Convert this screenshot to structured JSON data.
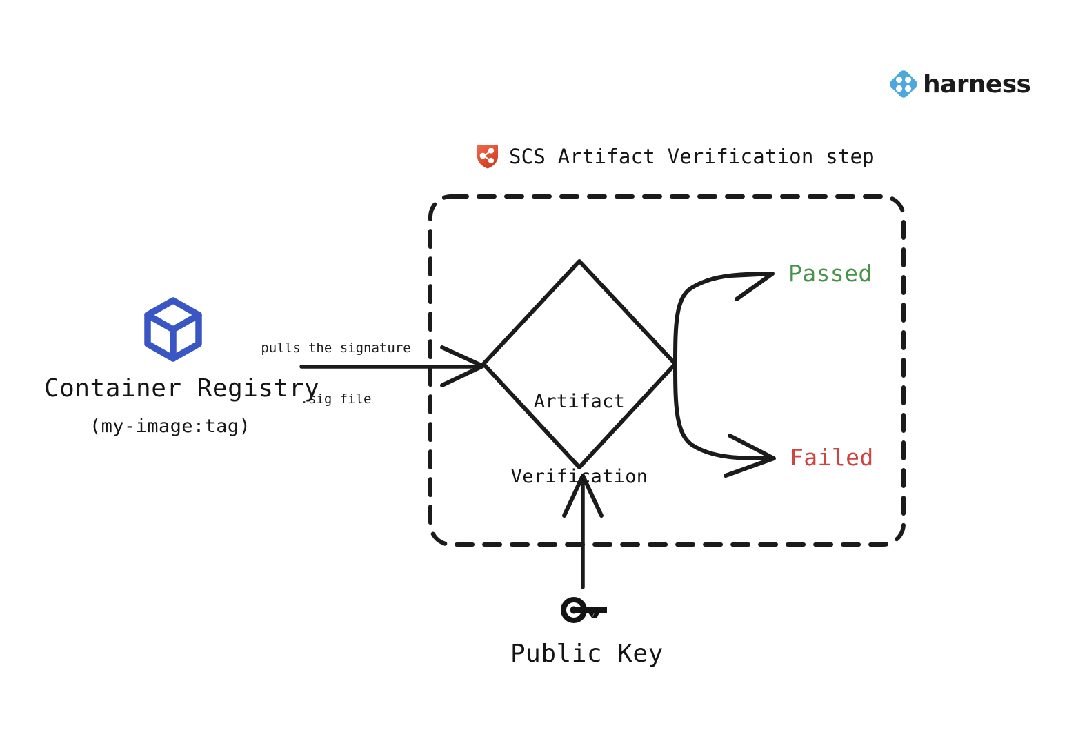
{
  "brand": {
    "logo_icon": "harness-diamond-logo-icon",
    "wordmark": "harness",
    "logo_color": "#4FA8DC"
  },
  "step": {
    "icon": "scs-shield-icon",
    "icon_color": "#E0543A",
    "title": "SCS Artifact Verification step",
    "boundary": "dashed-rounded-rectangle"
  },
  "source": {
    "icon": "container-cube-icon",
    "icon_color": "#3A56C4",
    "title": "Container Registry",
    "subtitle": "(my-image:tag)"
  },
  "edges": {
    "pull_label_line1": "pulls the signature",
    "pull_label_line2": ".sig file"
  },
  "decision": {
    "label_line1": "Artifact",
    "label_line2": "Verification",
    "shape": "diamond"
  },
  "outcomes": [
    {
      "label": "Passed",
      "color": "#47934A"
    },
    {
      "label": "Failed",
      "color": "#CE4440"
    }
  ],
  "key": {
    "icon": "public-key-icon",
    "icon_color": "#141414",
    "label": "Public Key"
  },
  "colors": {
    "stroke": "#1B1B1B",
    "background": "#FFFFFF"
  }
}
